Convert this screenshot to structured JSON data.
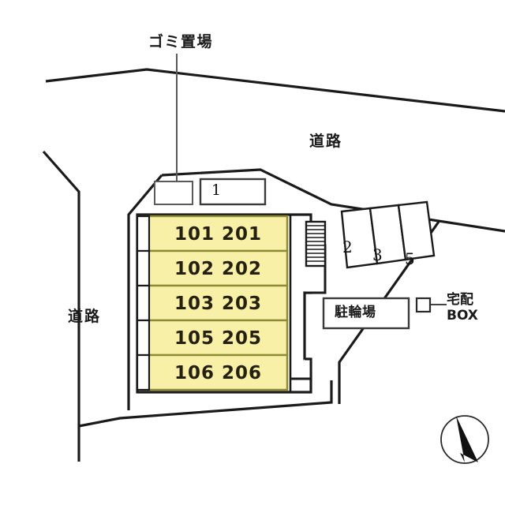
{
  "map": {
    "title": "apartment-site-layout",
    "colors": {
      "unit_fill": "#f7f0a6",
      "unit_stroke": "#8c8a32",
      "line": "#1a1a1a",
      "light_line": "#6b6b6b",
      "background": "#ffffff"
    }
  },
  "roads": {
    "top_label": "道路",
    "left_label": "道路"
  },
  "facilities": {
    "garbage_label": "ゴミ置場",
    "bicycle_label": "駐輪場",
    "delivery_label_line1": "宅配",
    "delivery_label_line2": "BOX"
  },
  "parking": {
    "stalls": [
      {
        "id": "1",
        "label": "1"
      },
      {
        "id": "2",
        "label": "2"
      },
      {
        "id": "3",
        "label": "3"
      },
      {
        "id": "5",
        "label": "5"
      }
    ]
  },
  "building": {
    "units": [
      {
        "row": 1,
        "first_floor": "101",
        "second_floor": "201",
        "label": "101  201"
      },
      {
        "row": 2,
        "first_floor": "102",
        "second_floor": "202",
        "label": "102  202"
      },
      {
        "row": 3,
        "first_floor": "103",
        "second_floor": "203",
        "label": "103  203"
      },
      {
        "row": 4,
        "first_floor": "105",
        "second_floor": "205",
        "label": "105  205"
      },
      {
        "row": 5,
        "first_floor": "106",
        "second_floor": "206",
        "label": "106  206"
      }
    ]
  },
  "compass": {
    "name": "north-arrow"
  }
}
